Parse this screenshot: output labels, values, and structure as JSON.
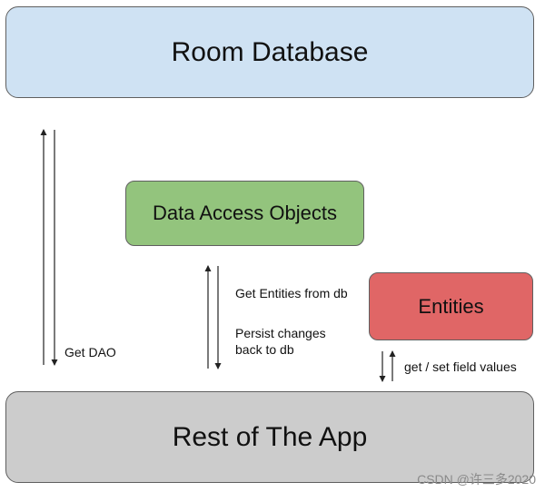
{
  "boxes": {
    "room_database": "Room Database",
    "data_access_objects": "Data Access Objects",
    "entities": "Entities",
    "rest_of_app": "Rest of The App"
  },
  "labels": {
    "get_dao": "Get DAO",
    "get_entities": "Get Entities from db",
    "persist_changes": "Persist changes back to db",
    "field_values": "get / set field values"
  },
  "watermark": "CSDN @许三多2020",
  "colors": {
    "room_database": "#cfe2f3",
    "data_access_objects": "#93c47d",
    "entities": "#e06666",
    "rest_of_app": "#cccccc",
    "border": "#5f5f5f"
  }
}
